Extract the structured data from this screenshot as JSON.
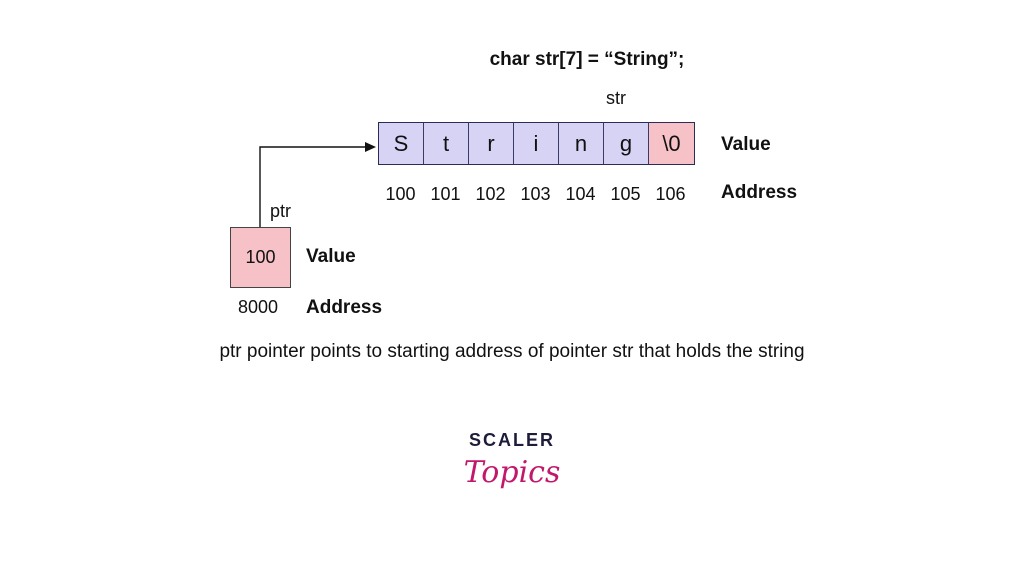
{
  "title": "char str[7] = “String”;",
  "array_name": "str",
  "cells": [
    "S",
    "t",
    "r",
    "i",
    "n",
    "g",
    "\\0"
  ],
  "addresses": [
    "100",
    "101",
    "102",
    "103",
    "104",
    "105",
    "106"
  ],
  "array_value_label": "Value",
  "array_address_label": "Address",
  "pointer": {
    "name": "ptr",
    "value": "100",
    "address": "8000",
    "value_label": "Value",
    "address_label": "Address"
  },
  "caption": "ptr pointer points to starting address of pointer str that holds the string",
  "logo": {
    "top": "SCALER",
    "bottom": "Topics"
  },
  "colors": {
    "cell_fill": "#d6d3f5",
    "terminator_fill": "#f7c1c8",
    "pointer_fill": "#f7c1c8",
    "logo_script": "#c2186b"
  }
}
